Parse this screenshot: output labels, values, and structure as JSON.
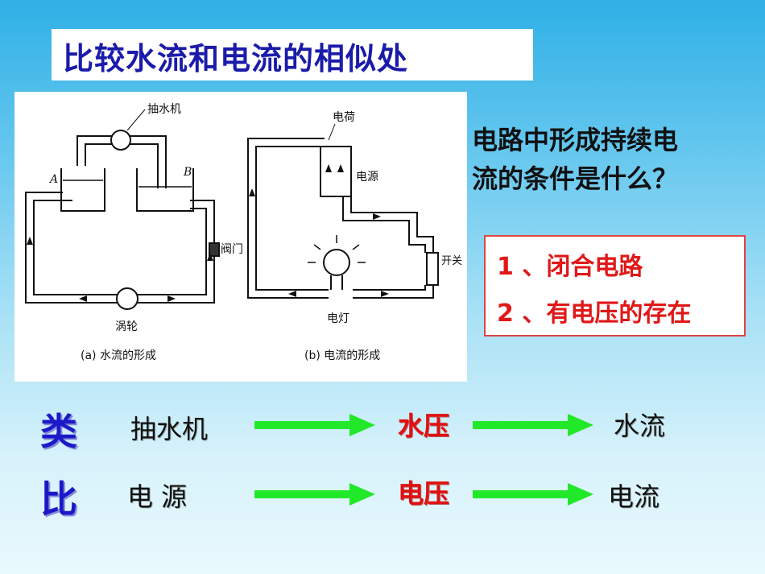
{
  "title": "比较水流和电流的相似处",
  "diagram": {
    "labels": {
      "pump": "抽水机",
      "a": "A",
      "b": "B",
      "valve": "阀门",
      "turbine": "涡轮",
      "caption_a": "(a) 水流的形成",
      "charge": "电荷",
      "source": "电源",
      "switch": "开关",
      "lamp": "电灯",
      "caption_b": "(b) 电流的形成"
    }
  },
  "question": {
    "line1": "电路中形成持续电",
    "line2": "流的条件是什么？"
  },
  "answers": {
    "item1": "1 、闭合电路",
    "item2": "2 、有电压的存在"
  },
  "analogy": {
    "label_top": "类",
    "label_bottom": "比",
    "row1": {
      "source": "抽水机",
      "middle": "水压",
      "result": "水流"
    },
    "row2": {
      "source": "电    源",
      "middle": "电压",
      "result": "电流"
    }
  },
  "colors": {
    "arrow": "#22e82a",
    "highlight": "#e01010",
    "label": "#1a1ac8"
  }
}
